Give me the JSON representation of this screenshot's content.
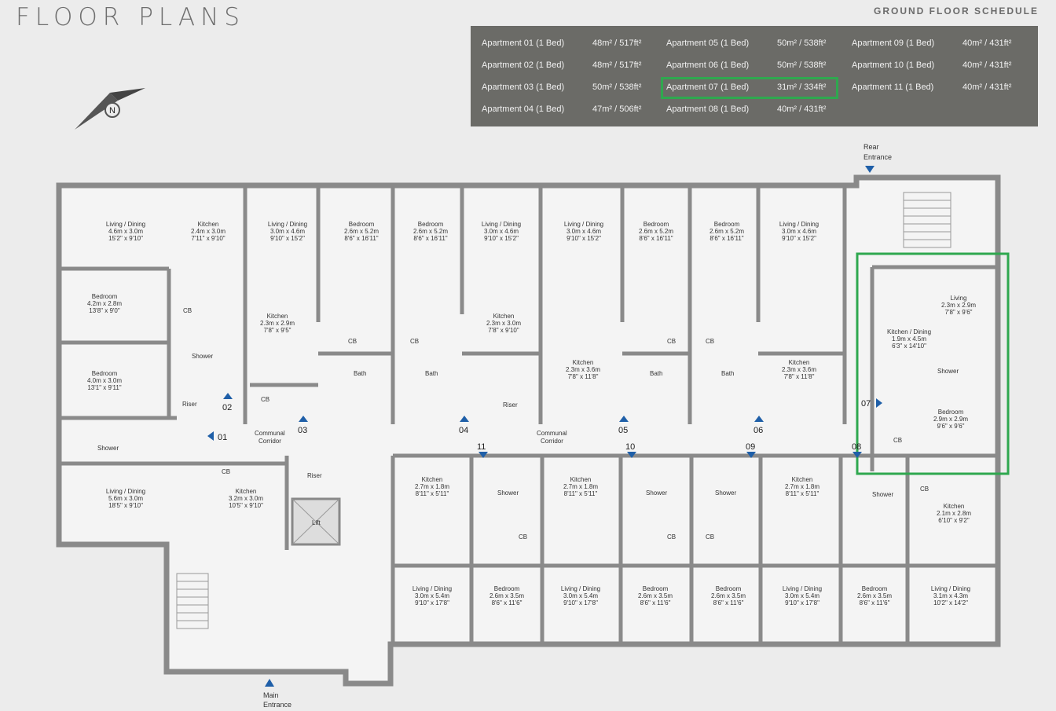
{
  "header": {
    "title": "FLOOR PLANS",
    "schedule_title": "GROUND FLOOR SCHEDULE"
  },
  "schedule": [
    {
      "apt": "Apartment 01 (1 Bed)",
      "size": "48m² / 517ft²"
    },
    {
      "apt": "Apartment 02 (1 Bed)",
      "size": "48m² / 517ft²"
    },
    {
      "apt": "Apartment 03 (1 Bed)",
      "size": "50m² / 538ft²"
    },
    {
      "apt": "Apartment 04 (1 Bed)",
      "size": "47m² / 506ft²"
    },
    {
      "apt": "Apartment 05 (1 Bed)",
      "size": "50m² / 538ft²"
    },
    {
      "apt": "Apartment 06 (1 Bed)",
      "size": "50m² / 538ft²"
    },
    {
      "apt": "Apartment 07 (1 Bed)",
      "size": "31m² / 334ft²"
    },
    {
      "apt": "Apartment 08 (1 Bed)",
      "size": "40m² / 431ft²"
    },
    {
      "apt": "Apartment 09 (1 Bed)",
      "size": "40m² / 431ft²"
    },
    {
      "apt": "Apartment 10 (1 Bed)",
      "size": "40m² / 431ft²"
    },
    {
      "apt": "Apartment 11 (1 Bed)",
      "size": "40m² / 431ft²"
    }
  ],
  "highlight": {
    "apartment": "Apartment 07 (1 Bed)",
    "color": "#2fa84f"
  },
  "colors": {
    "wall": "#8a8a8a",
    "floor": "#f4f4f4",
    "marker": "#1f5fa8",
    "panel": "#6b6b67"
  },
  "icons": {
    "compass": "north-arrow-icon",
    "door_marker": "triangle-marker-icon"
  },
  "entrances": {
    "rear": [
      "Rear",
      "Entrance"
    ],
    "main": [
      "Main",
      "Entrance"
    ]
  },
  "corridor": [
    "Communal",
    "Corridor"
  ],
  "apt_numbers": {
    "01": "01",
    "02": "02",
    "03": "03",
    "04": "04",
    "05": "05",
    "06": "06",
    "07": "07",
    "08": "08",
    "09": "09",
    "10": "10",
    "11": "11"
  },
  "rooms": {
    "a1_living": [
      "Living / Dining",
      "4.6m x 3.0m",
      "15'2\" x 9'10\""
    ],
    "a1_kitchen": [
      "Kitchen",
      "2.4m x 3.0m",
      "7'11\" x 9'10\""
    ],
    "a1_bedroom": [
      "Bedroom",
      "4.2m x 2.8m",
      "13'8\" x 9'0\""
    ],
    "a2_bedroom": [
      "Bedroom",
      "4.0m x 3.0m",
      "13'1\" x 9'11\""
    ],
    "a2_living": [
      "Living / Dining",
      "5.6m x 3.0m",
      "18'5\" x 9'10\""
    ],
    "a2_kitchen": [
      "Kitchen",
      "3.2m x 3.0m",
      "10'5\" x 9'10\""
    ],
    "a3_living": [
      "Living / Dining",
      "3.0m x 4.6m",
      "9'10\" x 15'2\""
    ],
    "a3_kitchen": [
      "Kitchen",
      "2.3m x 2.9m",
      "7'8\" x 9'5\""
    ],
    "a3_bedroom": [
      "Bedroom",
      "2.6m x 5.2m",
      "8'6\" x 16'11\""
    ],
    "a4_bedroom": [
      "Bedroom",
      "2.6m x 5.2m",
      "8'6\" x 16'11\""
    ],
    "a4_living": [
      "Living / Dining",
      "3.0m x 4.6m",
      "9'10\" x 15'2\""
    ],
    "a4_kitchen": [
      "Kitchen",
      "2.3m x 3.0m",
      "7'8\" x 9'10\""
    ],
    "a5_living": [
      "Living / Dining",
      "3.0m x 4.6m",
      "9'10\" x 15'2\""
    ],
    "a5_kitchen": [
      "Kitchen",
      "2.3m x 3.6m",
      "7'8\" x 11'8\""
    ],
    "a5_bedroom": [
      "Bedroom",
      "2.6m x 5.2m",
      "8'6\" x 16'11\""
    ],
    "a6_bedroom": [
      "Bedroom",
      "2.6m x 5.2m",
      "8'6\" x 16'11\""
    ],
    "a6_living": [
      "Living / Dining",
      "3.0m x 4.6m",
      "9'10\" x 15'2\""
    ],
    "a6_kitchen": [
      "Kitchen",
      "2.3m x 3.6m",
      "7'8\" x 11'8\""
    ],
    "a7_living": [
      "Living",
      "2.3m x 2.9m",
      "7'8\" x 9'6\""
    ],
    "a7_kitchen": [
      "Kitchen / Dining",
      "1.9m x 4.5m",
      "6'3\" x 14'10\""
    ],
    "a7_bedroom": [
      "Bedroom",
      "2.9m x 2.9m",
      "9'6\" x 9'6\""
    ],
    "a8_kitchen": [
      "Kitchen",
      "2.1m x 2.8m",
      "6'10\" x 9'2\""
    ],
    "a8_bedroom": [
      "Bedroom",
      "2.6m x 3.5m",
      "8'6\" x 11'6\""
    ],
    "a8_living": [
      "Living / Dining",
      "3.1m x 4.3m",
      "10'2\" x 14'2\""
    ],
    "a9_kitchen": [
      "Kitchen",
      "2.7m x 1.8m",
      "8'11\" x 5'11\""
    ],
    "a9_living": [
      "Living / Dining",
      "3.0m x 5.4m",
      "9'10\" x 17'8\""
    ],
    "a9_bedroom": [
      "Bedroom",
      "2.6m x 3.5m",
      "8'6\" x 11'6\""
    ],
    "a10_kitchen": [
      "Kitchen",
      "2.7m x 1.8m",
      "8'11\" x 5'11\""
    ],
    "a10_living": [
      "Living / Dining",
      "3.0m x 5.4m",
      "9'10\" x 17'8\""
    ],
    "a10_bedroom": [
      "Bedroom",
      "2.6m x 3.5m",
      "8'6\" x 11'6\""
    ],
    "a11_kitchen": [
      "Kitchen",
      "2.7m x 1.8m",
      "8'11\" x 5'11\""
    ],
    "a11_living": [
      "Living / Dining",
      "3.0m x 5.4m",
      "9'10\" x 17'8\""
    ],
    "a11_bedroom": [
      "Bedroom",
      "2.6m x 3.5m",
      "8'6\" x 11'6\""
    ]
  },
  "small_labels": {
    "cb": "CB",
    "shower": "Shower",
    "bath": "Bath",
    "riser": "Riser",
    "lift": "Lift"
  }
}
